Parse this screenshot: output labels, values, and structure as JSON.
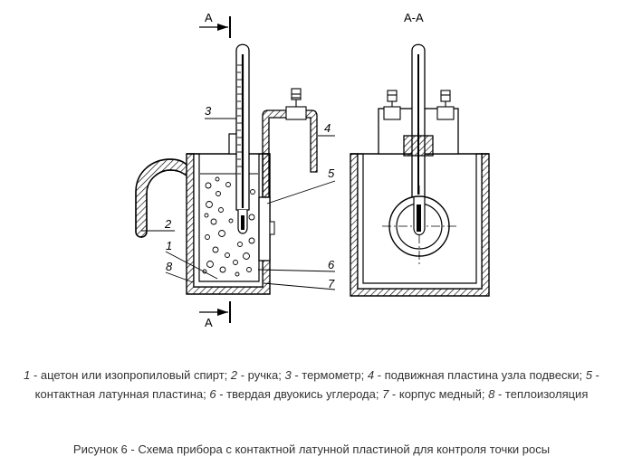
{
  "diagram": {
    "section_marker": "А",
    "section_view_title": "А-А",
    "callouts": [
      "1",
      "2",
      "3",
      "4",
      "5",
      "6",
      "7",
      "8"
    ],
    "colors": {
      "stroke": "#000000",
      "hatch": "#000000",
      "background": "#ffffff"
    },
    "icons": [
      "flask-body",
      "thermometer",
      "handle",
      "bracket",
      "bolt"
    ]
  },
  "legend": {
    "items": [
      {
        "num": "1",
        "text": " - ацетон или изопропиловый спирт; "
      },
      {
        "num": "2",
        "text": " - ручка; "
      },
      {
        "num": "3",
        "text": " - термометр; "
      },
      {
        "num": "4",
        "text": " - подвижная пластина узла подвески; "
      },
      {
        "num": "5",
        "text": " - контактная латунная пластина; "
      },
      {
        "num": "6",
        "text": " - твердая двуокись углерода; "
      },
      {
        "num": "7",
        "text": " - корпус медный; "
      },
      {
        "num": "8",
        "text": " - теплоизоляция"
      }
    ]
  },
  "caption": "Рисунок 6 - Схема прибора с контактной латунной пластиной для контроля точки росы"
}
